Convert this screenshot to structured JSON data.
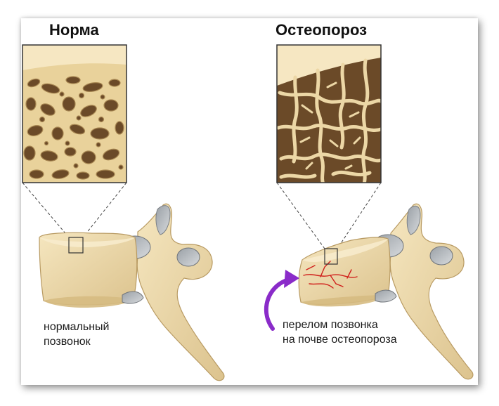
{
  "titles": {
    "normal": "Норма",
    "osteoporosis": "Остеопороз"
  },
  "captions": {
    "normal_line1": "нормальный",
    "normal_line2": "позвонок",
    "fracture_line1": "перелом позвонка",
    "fracture_line2": "на почве остеопороза"
  },
  "colors": {
    "bone": "#efdcae",
    "bone_shade": "#d8bf87",
    "cavity": "#6b4a28",
    "outline": "#333333",
    "arrow": "#8a2bc9",
    "crack": "#d0201c"
  }
}
